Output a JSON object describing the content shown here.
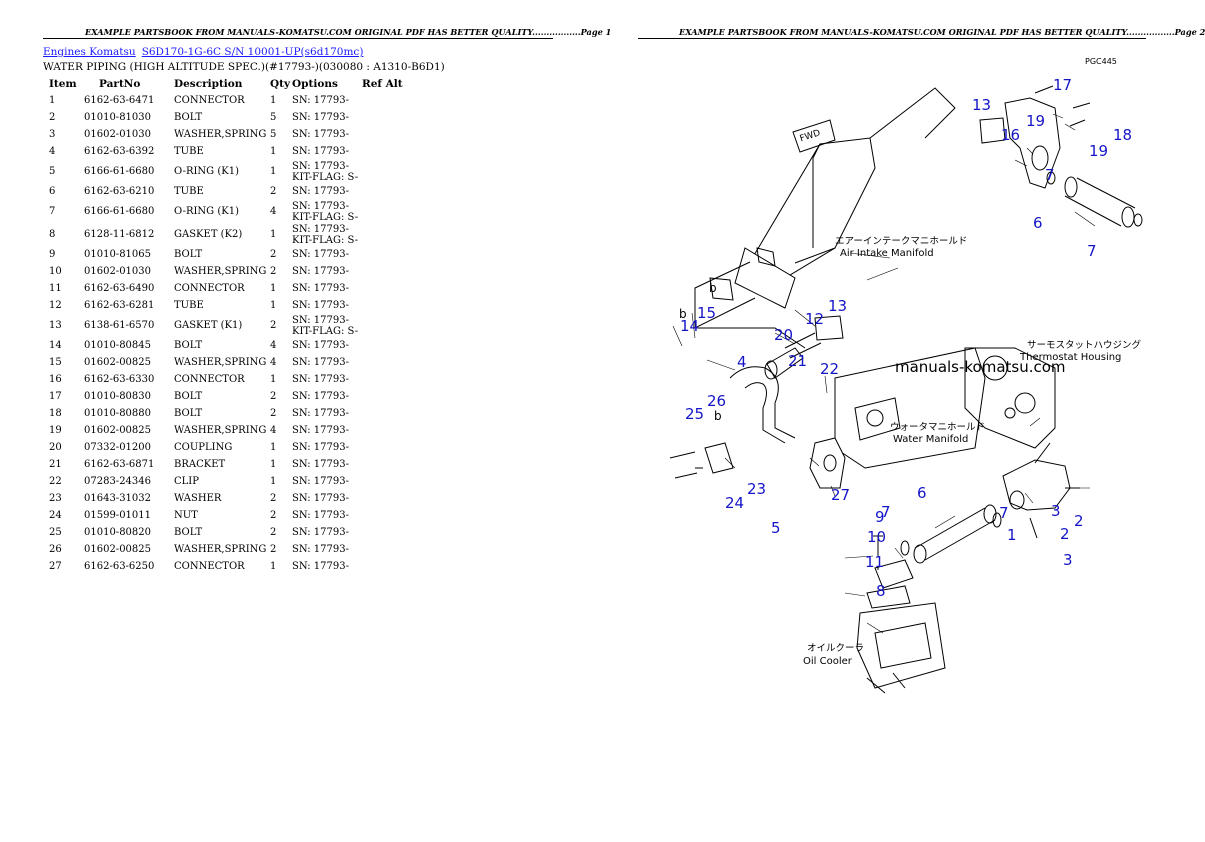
{
  "page1": {
    "header": "EXAMPLE PARTSBOOK FROM MANUALS-KOMATSU.COM ORIGINAL PDF HAS BETTER QUALITY.................Page 1",
    "breadcrumb": {
      "link1": "Engines Komatsu",
      "link2": "S6D170-1G-6C S/N 10001-UP(s6d170mc)"
    },
    "subtitle": "WATER PIPING (HIGH ALTITUDE SPEC.)(#17793-)(030080 : A1310-B6D1)",
    "columns": [
      "Item",
      "PartNo",
      "Description",
      "Qty",
      "Options",
      "Ref Alt"
    ],
    "rows": [
      {
        "item": "1",
        "part": "6162-63-6471",
        "desc": "CONNECTOR",
        "qty": "1",
        "opt1": "SN: 17793-",
        "opt2": ""
      },
      {
        "item": "2",
        "part": "01010-81030",
        "desc": "BOLT",
        "qty": "5",
        "opt1": "SN: 17793-",
        "opt2": ""
      },
      {
        "item": "3",
        "part": "01602-01030",
        "desc": "WASHER,SPRING",
        "qty": "5",
        "opt1": "SN: 17793-",
        "opt2": ""
      },
      {
        "item": "4",
        "part": "6162-63-6392",
        "desc": "TUBE",
        "qty": "1",
        "opt1": "SN: 17793-",
        "opt2": ""
      },
      {
        "item": "5",
        "part": "6166-61-6680",
        "desc": "O-RING (K1)",
        "qty": "1",
        "opt1": "SN: 17793-",
        "opt2": "KIT-FLAG: S-"
      },
      {
        "item": "6",
        "part": "6162-63-6210",
        "desc": "TUBE",
        "qty": "2",
        "opt1": "SN: 17793-",
        "opt2": ""
      },
      {
        "item": "7",
        "part": "6166-61-6680",
        "desc": "O-RING (K1)",
        "qty": "4",
        "opt1": "SN: 17793-",
        "opt2": "KIT-FLAG: S-"
      },
      {
        "item": "8",
        "part": "6128-11-6812",
        "desc": "GASKET (K2)",
        "qty": "1",
        "opt1": "SN: 17793-",
        "opt2": "KIT-FLAG: S-"
      },
      {
        "item": "9",
        "part": "01010-81065",
        "desc": "BOLT",
        "qty": "2",
        "opt1": "SN: 17793-",
        "opt2": ""
      },
      {
        "item": "10",
        "part": "01602-01030",
        "desc": "WASHER,SPRING",
        "qty": "2",
        "opt1": "SN: 17793-",
        "opt2": ""
      },
      {
        "item": "11",
        "part": "6162-63-6490",
        "desc": "CONNECTOR",
        "qty": "1",
        "opt1": "SN: 17793-",
        "opt2": ""
      },
      {
        "item": "12",
        "part": "6162-63-6281",
        "desc": "TUBE",
        "qty": "1",
        "opt1": "SN: 17793-",
        "opt2": ""
      },
      {
        "item": "13",
        "part": "6138-61-6570",
        "desc": "GASKET (K1)",
        "qty": "2",
        "opt1": "SN: 17793-",
        "opt2": "KIT-FLAG: S-"
      },
      {
        "item": "14",
        "part": "01010-80845",
        "desc": "BOLT",
        "qty": "4",
        "opt1": "SN: 17793-",
        "opt2": ""
      },
      {
        "item": "15",
        "part": "01602-00825",
        "desc": "WASHER,SPRING",
        "qty": "4",
        "opt1": "SN: 17793-",
        "opt2": ""
      },
      {
        "item": "16",
        "part": "6162-63-6330",
        "desc": "CONNECTOR",
        "qty": "1",
        "opt1": "SN: 17793-",
        "opt2": ""
      },
      {
        "item": "17",
        "part": "01010-80830",
        "desc": "BOLT",
        "qty": "2",
        "opt1": "SN: 17793-",
        "opt2": ""
      },
      {
        "item": "18",
        "part": "01010-80880",
        "desc": "BOLT",
        "qty": "2",
        "opt1": "SN: 17793-",
        "opt2": ""
      },
      {
        "item": "19",
        "part": "01602-00825",
        "desc": "WASHER,SPRING",
        "qty": "4",
        "opt1": "SN: 17793-",
        "opt2": ""
      },
      {
        "item": "20",
        "part": "07332-01200",
        "desc": "COUPLING",
        "qty": "1",
        "opt1": "SN: 17793-",
        "opt2": ""
      },
      {
        "item": "21",
        "part": "6162-63-6871",
        "desc": "BRACKET",
        "qty": "1",
        "opt1": "SN: 17793-",
        "opt2": ""
      },
      {
        "item": "22",
        "part": "07283-24346",
        "desc": "CLIP",
        "qty": "1",
        "opt1": "SN: 17793-",
        "opt2": ""
      },
      {
        "item": "23",
        "part": "01643-31032",
        "desc": "WASHER",
        "qty": "2",
        "opt1": "SN: 17793-",
        "opt2": ""
      },
      {
        "item": "24",
        "part": "01599-01011",
        "desc": "NUT",
        "qty": "2",
        "opt1": "SN: 17793-",
        "opt2": ""
      },
      {
        "item": "25",
        "part": "01010-80820",
        "desc": "BOLT",
        "qty": "2",
        "opt1": "SN: 17793-",
        "opt2": ""
      },
      {
        "item": "26",
        "part": "01602-00825",
        "desc": "WASHER,SPRING",
        "qty": "2",
        "opt1": "SN: 17793-",
        "opt2": ""
      },
      {
        "item": "27",
        "part": "6162-63-6250",
        "desc": "CONNECTOR",
        "qty": "1",
        "opt1": "SN: 17793-",
        "opt2": ""
      }
    ]
  },
  "page2": {
    "header": "EXAMPLE PARTSBOOK FROM MANUALS-KOMATSU.COM ORIGINAL PDF HAS BETTER QUALITY.................Page 2",
    "watermark": "manuals-komatsu.com",
    "code": "PGC445",
    "fwd": "FWD",
    "labels": {
      "air_jp": "エアーインテークマニホールド",
      "air_en": "Air Intake Manifold",
      "thermo_jp": "サーモスタットハウジング",
      "thermo_en": "Thermostat Housing",
      "water_jp": "ウォータマニホールド",
      "water_en": "Water Manifold",
      "oil_jp": "オイルクーラ",
      "oil_en": "Oil Cooler",
      "b": "b"
    },
    "callouts": [
      "1",
      "2",
      "2",
      "3",
      "3",
      "4",
      "5",
      "6",
      "6",
      "7",
      "7",
      "7",
      "7",
      "8",
      "9",
      "10",
      "11",
      "12",
      "13",
      "13",
      "14",
      "15",
      "16",
      "17",
      "18",
      "19",
      "19",
      "20",
      "21",
      "22",
      "23",
      "24",
      "25",
      "26",
      "27"
    ]
  }
}
